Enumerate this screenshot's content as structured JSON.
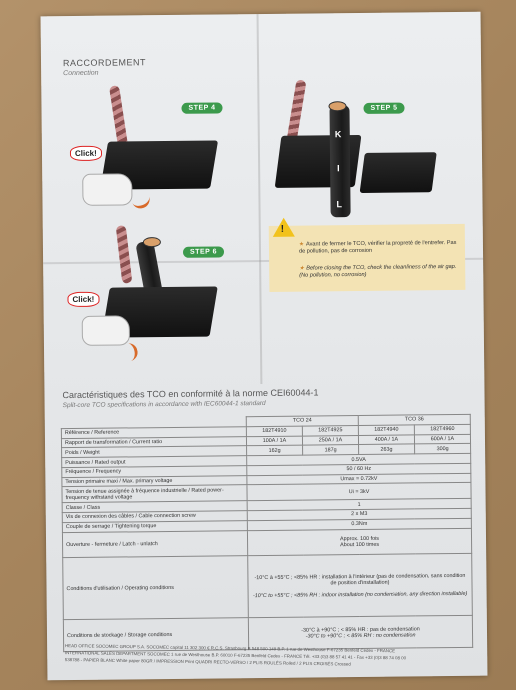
{
  "section": {
    "title": "RACCORDEMENT",
    "subtitle": "Connection"
  },
  "steps": [
    {
      "label": "STEP 4",
      "click": "Click!"
    },
    {
      "label": "STEP 5",
      "letters": [
        "K",
        "I",
        "L"
      ]
    },
    {
      "label": "STEP 6",
      "click": "Click!"
    }
  ],
  "warning": {
    "fr": "Avant de fermer le TCO, vérifier la propreté de l'entrefer. Pas de pollution, pas de corrosion",
    "en": "Before closing the TCO, check the cleanliness of the air gap. (No pollution, no corrosion)"
  },
  "table": {
    "title": "Caractéristiques des TCO en conformité à la norme CEI60044-1",
    "subtitle": "Split-core TCO specifications in accordance with IEC60044-1 standard",
    "groups": [
      "TCO 24",
      "TCO 36"
    ],
    "ref_label": "Référence / Reference",
    "refs": [
      "182T4910",
      "182T4925",
      "182T4940",
      "182T4960"
    ],
    "rows": [
      {
        "label": "Rapport de transformation / Current ratio",
        "values": [
          "100A / 1A",
          "250A / 1A",
          "400A / 1A",
          "600A / 1A"
        ]
      },
      {
        "label": "Poids / Weight",
        "values": [
          "162g",
          "187g",
          "263g",
          "300g"
        ]
      },
      {
        "label": "Puissance / Rated output",
        "value": "0.5VA"
      },
      {
        "label": "Fréquence / Frequency",
        "value": "50 / 60 Hz"
      },
      {
        "label": "Tension primaire maxi / Max. primary voltage",
        "value": "Umax = 0.72kV"
      },
      {
        "label": "Tension de tenue assignée à fréquence industrielle / Rated power-frequency withstand voltage",
        "value": "Ui = 3kV"
      },
      {
        "label": "Classe / Class",
        "value": "1"
      },
      {
        "label": "Vis de connexion des câbles / Cable connection screw",
        "value": "2 x M3"
      },
      {
        "label": "Couple de serrage / Tightening torque",
        "value": "0.3Nm"
      },
      {
        "label": "Ouverture - fermeture / Latch - unlatch",
        "value": "Approx. 100 fois",
        "value2": "About 100 times"
      },
      {
        "label": "Conditions d'utilisation / Operating conditions",
        "value": "-10°C à +55°C ; <85% HR : installation à l'intérieur (pas de condensation, sans condition de position d'installation)",
        "value2": "-10°C to +55°C ; <85% RH : indoor installation (no condensation, any direction installable)"
      },
      {
        "label": "Conditions de stockage / Storage conditions",
        "value": "-30°C à +90°C ; < 85% HR : pas de condensation",
        "value2": "-30°C to +90°C ; < 85% RH : no condensation"
      }
    ]
  },
  "footer": {
    "line1": "HEAD OFFICE SOCOMEC GROUP S.A. SOCOMEC capital 11 302 300 € R.C.S. Strasbourg B 548 500 149 B.P. 1 rue de Westhouse F-67235 Benfeld Cedex - FRANCE",
    "line2": "INTERNATIONAL SALES DEPARTMENT SOCOMEC 1 rue de Westhouse B.P. 60010 F-67235 Benfeld Cedex - FRANCE Tél. +33 (0)3 88 57 41 41 - Fax +33 (0)3 88 74 08 00",
    "line3": "538788 - PAPIER BLANC White paper 80GR / IMPRESSION Print QUADRI RECTO-VERSO / 2 PLIS ROULÉS Rolled / 2 PLIS CROISÉS Crossed"
  }
}
